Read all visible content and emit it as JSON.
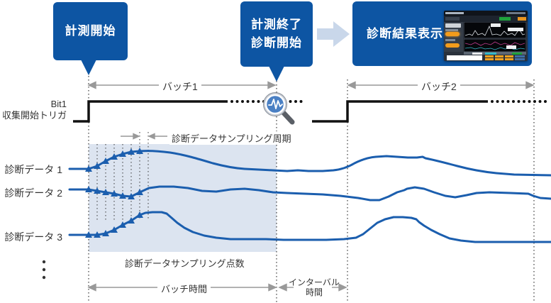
{
  "palette": {
    "primary_blue": "#0d55a3",
    "waveform_blue": "#1b5eae",
    "sampling_shade_blue": "#dce4f0",
    "annotation_arrow_gray": "#999999",
    "flow_arrow_blue": "#c9d7ea"
  },
  "callouts": {
    "measure_start": "計測開始",
    "measure_end_line1": "計測終了",
    "measure_end_line2": "診断開始",
    "result_display": "診断結果表示"
  },
  "trigger_label": {
    "line1": "Bit1",
    "line2": "収集開始トリガ"
  },
  "annotations": {
    "batch1": "バッチ1",
    "batch2": "バッチ2",
    "sampling_period": "診断データサンプリング周期",
    "sampling_points": "診断データサンプリング点数",
    "batch_time": "バッチ時間",
    "interval_line1": "インターバル",
    "interval_line2": "時間"
  },
  "series": [
    {
      "label": "診断データ 1"
    },
    {
      "label": "診断データ 2"
    },
    {
      "label": "診断データ 3"
    }
  ],
  "icons": {
    "magnifier": "waveform-magnifier-icon",
    "flow_arrow": "flow-right-arrow-icon",
    "thumbnail": "diagnosis-result-screen-thumbnail"
  }
}
